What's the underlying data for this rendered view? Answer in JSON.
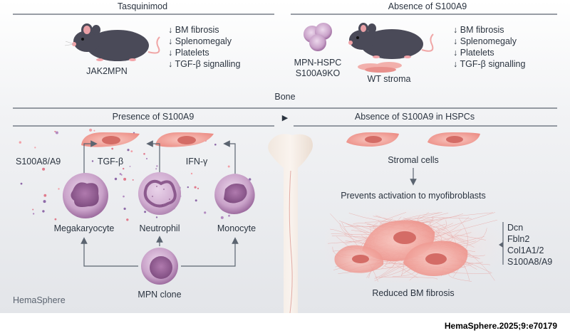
{
  "header": {
    "left_title": "Tasquinimod",
    "right_title": "Absence of S100A9",
    "center_title": "Bone",
    "lower_left_title": "Presence of S100A9",
    "lower_right_title": "Absence of S100A9 in HSPCs"
  },
  "top_left": {
    "mouse_label": "JAK2MPN",
    "effects": [
      "BM fibrosis",
      "Splenomegaly",
      "Platelets",
      "TGF-β signalling"
    ]
  },
  "top_right": {
    "cells_label_line1": "MPN-HSPC",
    "cells_label_line2": "S100A9KO",
    "stroma_label": "WT stroma",
    "effects": [
      "BM fibrosis",
      "Splenomegaly",
      "Platelets",
      "TGF-β signalling"
    ]
  },
  "presence": {
    "s100_label": "S100A8/A9",
    "tgf_label": "TGF-β",
    "ifn_label": "IFN-γ",
    "cells": [
      "Megakaryocyte",
      "Neutrophil",
      "Monocyte"
    ],
    "clone_label": "MPN clone"
  },
  "absence": {
    "stromal_label": "Stromal cells",
    "prevents_label": "Prevents activation to myofibroblasts",
    "markers": [
      "Dcn",
      "Fbln2",
      "Col1A1/2",
      "S100A8/A9"
    ],
    "reduced_label": "Reduced BM fibrosis"
  },
  "branding": {
    "journal": "HemaSphere",
    "citation": "HemaSphere.2025;9:e70179"
  },
  "symbols": {
    "down_arrow": "↓",
    "arrow_right": "▶"
  },
  "colors": {
    "text": "#2b3440",
    "rule": "#5b6470",
    "mouse": "#4a4a58",
    "pink": "#f0a0a0",
    "cell_purple": "#b48ab8",
    "stroma": "#f4b4ac"
  }
}
